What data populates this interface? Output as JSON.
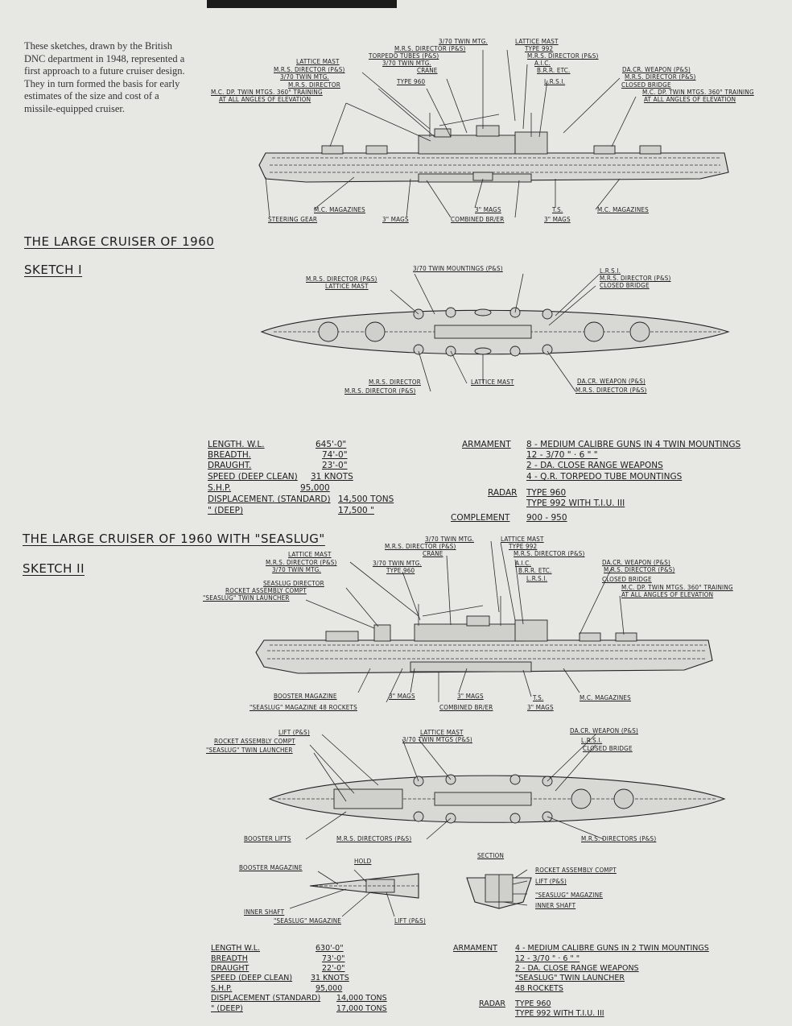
{
  "intro": "These sketches, drawn by the British DNC department in 1948, represented a first approach to a future cruiser design. They in turn formed the basis for early estimates of the size and cost of a missile-equipped cruiser.",
  "sketch1": {
    "title": "THE LARGE CRUISER OF 1960",
    "subtitle": "SKETCH I",
    "profile_top_labels": [
      "3/70 TWIN MTG.",
      "LATTICE MAST",
      "M.R.S. DIRECTOR (P&S)",
      "TYPE 992",
      "TORPEDO TUBES (P&S)",
      "M.R.S. DIRECTOR (P&S)",
      "LATTICE MAST",
      "3/70 TWIN MTG.",
      "A.I.C.",
      "M.R.S. DIRECTOR (P&S)",
      "CRANE",
      "B.R.R. ETC.",
      "3/70 TWIN MTG.",
      "TYPE 960",
      "L.R.S.I.",
      "M.R.S. DIRECTOR",
      "DA.CR. WEAPON (P&S)",
      "M.R.S. DIRECTOR (P&S)",
      "CLOSED BRIDGE",
      "M.C. DP. TWIN MTGS. 360° TRAINING",
      "AT ALL ANGLES OF ELEVATION",
      "M.C. DP. TWIN MTGS. 360° TRAINING",
      "AT ALL ANGLES OF ELEVATION"
    ],
    "profile_bottom_labels": [
      "M.C. MAGAZINES",
      "STEERING GEAR",
      "3\" MAGS",
      "3\" MAGS",
      "COMBINED BR/ER",
      "T.S.",
      "3\" MAGS",
      "M.C. MAGAZINES"
    ],
    "plan_labels": [
      "3/70 TWIN MOUNTINGS (P&S)",
      "M.R.S. DIRECTOR (P&S)",
      "LATTICE MAST",
      "L.R.S.I.",
      "M.R.S. DIRECTOR (P&S)",
      "CLOSED BRIDGE",
      "M.R.S. DIRECTOR",
      "M.R.S. DIRECTOR (P&S)",
      "LATTICE MAST",
      "DA.CR. WEAPON (P&S)",
      "M.R.S. DIRECTOR (P&S)"
    ],
    "particulars": [
      {
        "label": "LENGTH. W.L.",
        "value": "645'-0\""
      },
      {
        "label": "BREADTH.",
        "value": "74'-0\""
      },
      {
        "label": "DRAUGHT.",
        "value": "23'-0\""
      },
      {
        "label": "SPEED (DEEP CLEAN)",
        "value": "31 KNOTS"
      },
      {
        "label": "S.H.P.",
        "value": "95,000"
      },
      {
        "label": "DISPLACEMENT. (STANDARD)",
        "value": "14,500 TONS"
      },
      {
        "label": "\"        (DEEP)",
        "value": "17,500  \""
      }
    ],
    "armament_label": "ARMAMENT",
    "armament": [
      "8 - MEDIUM CALIBRE GUNS IN 4 TWIN MOUNTINGS",
      "12 - 3/70          \"   · 6   \"          \"",
      "2 - DA. CLOSE RANGE WEAPONS",
      "4 - Q.R. TORPEDO TUBE MOUNTINGS"
    ],
    "radar_label": "RADAR",
    "radar": [
      "TYPE 960",
      "TYPE 992 WITH T.I.U. III"
    ],
    "complement_label": "COMPLEMENT",
    "complement": "900 - 950"
  },
  "sketch2": {
    "title": "THE LARGE CRUISER OF 1960 WITH \"SEASLUG\"",
    "subtitle": "SKETCH II",
    "profile_top_labels": [
      "3/70 TWIN MTG.",
      "LATTICE MAST",
      "M.R.S. DIRECTOR (P&S)",
      "TYPE 992",
      "CRANE",
      "M.R.S. DIRECTOR (P&S)",
      "LATTICE MAST",
      "A.I.C.",
      "M.R.S. DIRECTOR (P&S)",
      "3/70 TWIN MTG.",
      "B.R.R. ETC.",
      "3/70 TWIN MTG.",
      "TYPE 960",
      "L.R.S.I.",
      "DA.CR. WEAPON (P&S)",
      "SEASLUG DIRECTOR",
      "M.R.S. DIRECTOR (P&S)",
      "ROCKET ASSEMBLY COMPT",
      "CLOSED BRIDGE",
      "\"SEASLUG\" TWIN LAUNCHER",
      "M.C. DP. TWIN MTGS. 360° TRAINING",
      "AT ALL ANGLES OF ELEVATION"
    ],
    "profile_bottom_labels": [
      "BOOSTER MAGAZINE",
      "\"SEASLUG\" MAGAZINE 48 ROCKETS",
      "3\" MAGS",
      "3\" MAGS",
      "COMBINED BR/ER",
      "T.S.",
      "3\" MAGS",
      "M.C. MAGAZINES"
    ],
    "plan_labels": [
      "LIFT (P&S)",
      "LATTICE MAST",
      "DA.CR. WEAPON (P&S)",
      "ROCKET ASSEMBLY COMPT",
      "3/70 TWIN MTGS (P&S)",
      "L.R.S.I.",
      "\"SEASLUG\" TWIN LAUNCHER",
      "CLOSED BRIDGE",
      "BOOSTER LIFTS",
      "M.R.S. DIRECTORS (P&S)",
      "M.R.S. DIRECTORS (P&S)"
    ],
    "detail_labels": [
      "HOLD",
      "BOOSTER MAGAZINE",
      "INNER SHAFT",
      "\"SEASLUG\" MAGAZINE",
      "LIFT (P&S)"
    ],
    "section_title": "SECTION",
    "section_labels": [
      "ROCKET ASSEMBLY COMPT",
      "LIFT (P&S)",
      "\"SEASLUG\" MAGAZINE",
      "INNER SHAFT"
    ],
    "particulars": [
      {
        "label": "LENGTH W.L.",
        "value": "630'-0\""
      },
      {
        "label": "BREADTH",
        "value": "73'-0\""
      },
      {
        "label": "DRAUGHT",
        "value": "22'-0\""
      },
      {
        "label": "SPEED (DEEP CLEAN)",
        "value": "31 KNOTS"
      },
      {
        "label": "S.H.P.",
        "value": "95,000"
      },
      {
        "label": "DISPLACEMENT (STANDARD)",
        "value": "14,000 TONS"
      },
      {
        "label": "\"        (DEEP)",
        "value": "17,000 TONS"
      }
    ],
    "armament_label": "ARMAMENT",
    "armament": [
      "4 - MEDIUM CALIBRE GUNS IN 2 TWIN MOUNTINGS",
      "12 - 3/70          \"   · 6   \"          \"",
      "2 - DA. CLOSE RANGE WEAPONS",
      "\"SEASLUG\" TWIN LAUNCHER",
      "48 ROCKETS"
    ],
    "radar_label": "RADAR",
    "radar": [
      "TYPE 960",
      "TYPE 992 WITH T.I.U. III"
    ]
  }
}
